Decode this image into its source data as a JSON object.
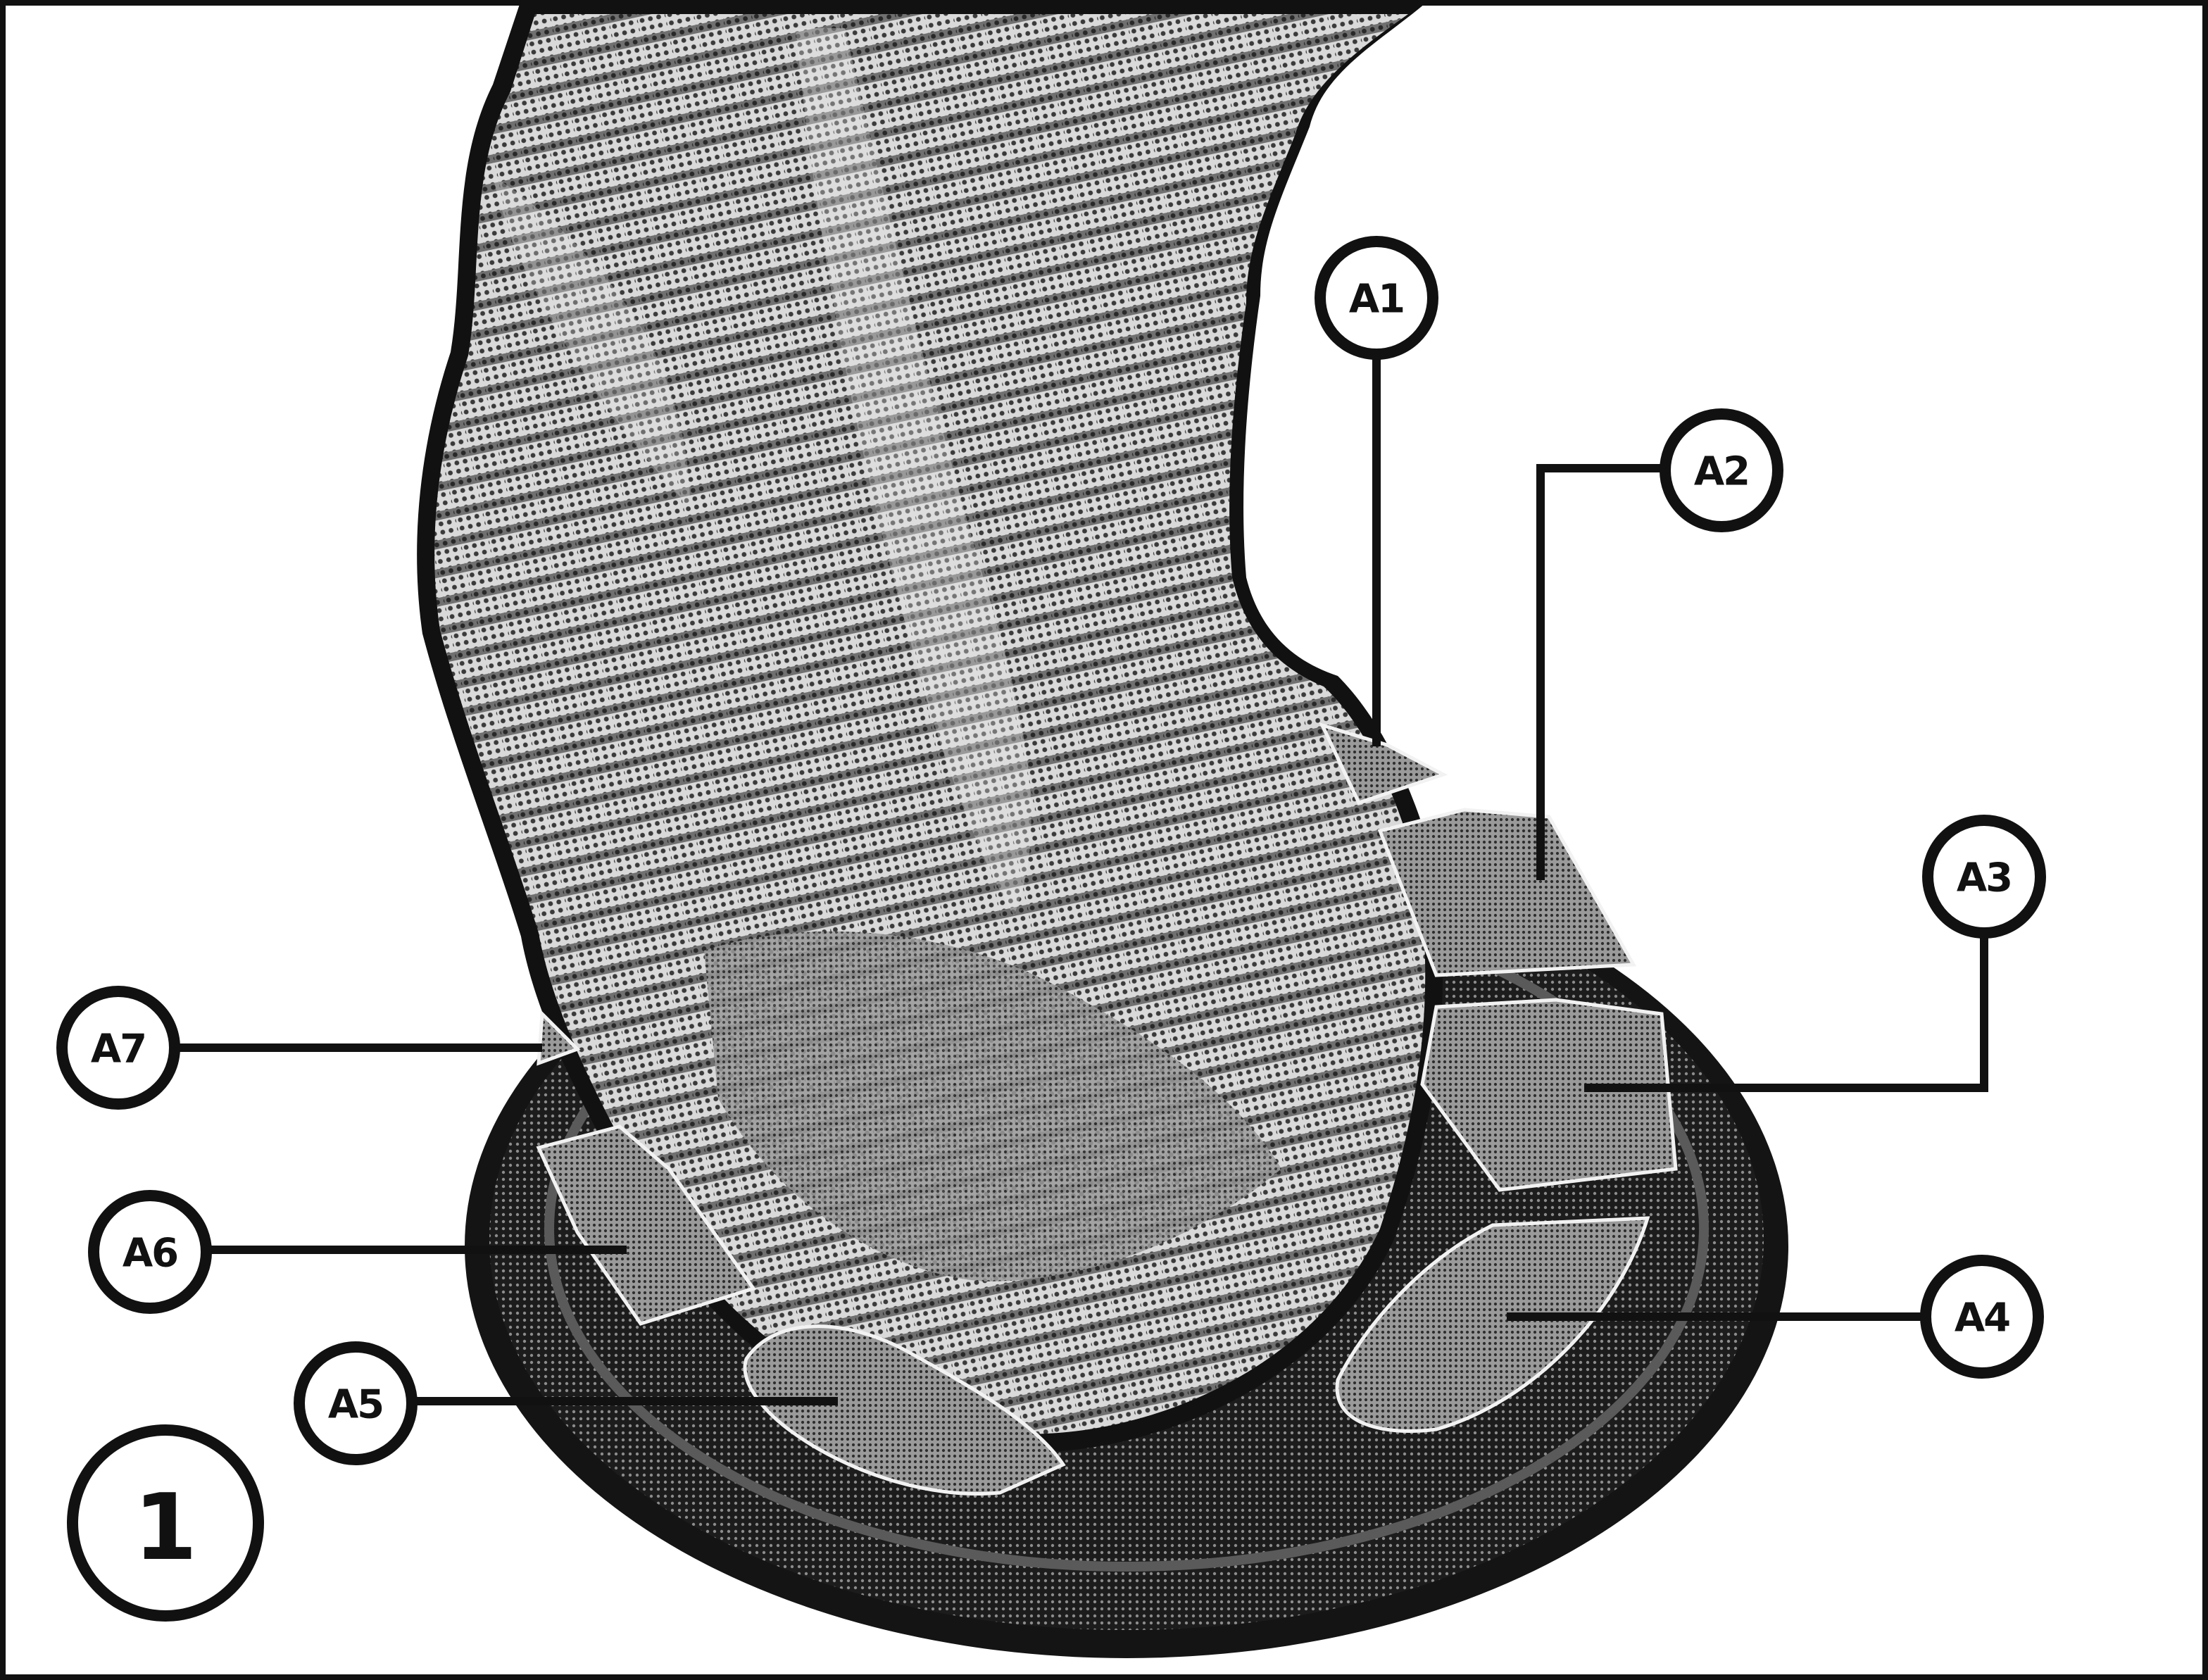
{
  "figure": {
    "number": "1",
    "subject": "foot-with-pad-overlay"
  },
  "callouts": [
    {
      "id": "a1",
      "label": "A1"
    },
    {
      "id": "a2",
      "label": "A2"
    },
    {
      "id": "a3",
      "label": "A3"
    },
    {
      "id": "a4",
      "label": "A4"
    },
    {
      "id": "a5",
      "label": "A5"
    },
    {
      "id": "a6",
      "label": "A6"
    },
    {
      "id": "a7",
      "label": "A7"
    }
  ],
  "colors": {
    "ink": "#111111",
    "paper": "#ffffff",
    "sole": "#2a2a2a",
    "pad_fill": "#8a8a8a"
  }
}
